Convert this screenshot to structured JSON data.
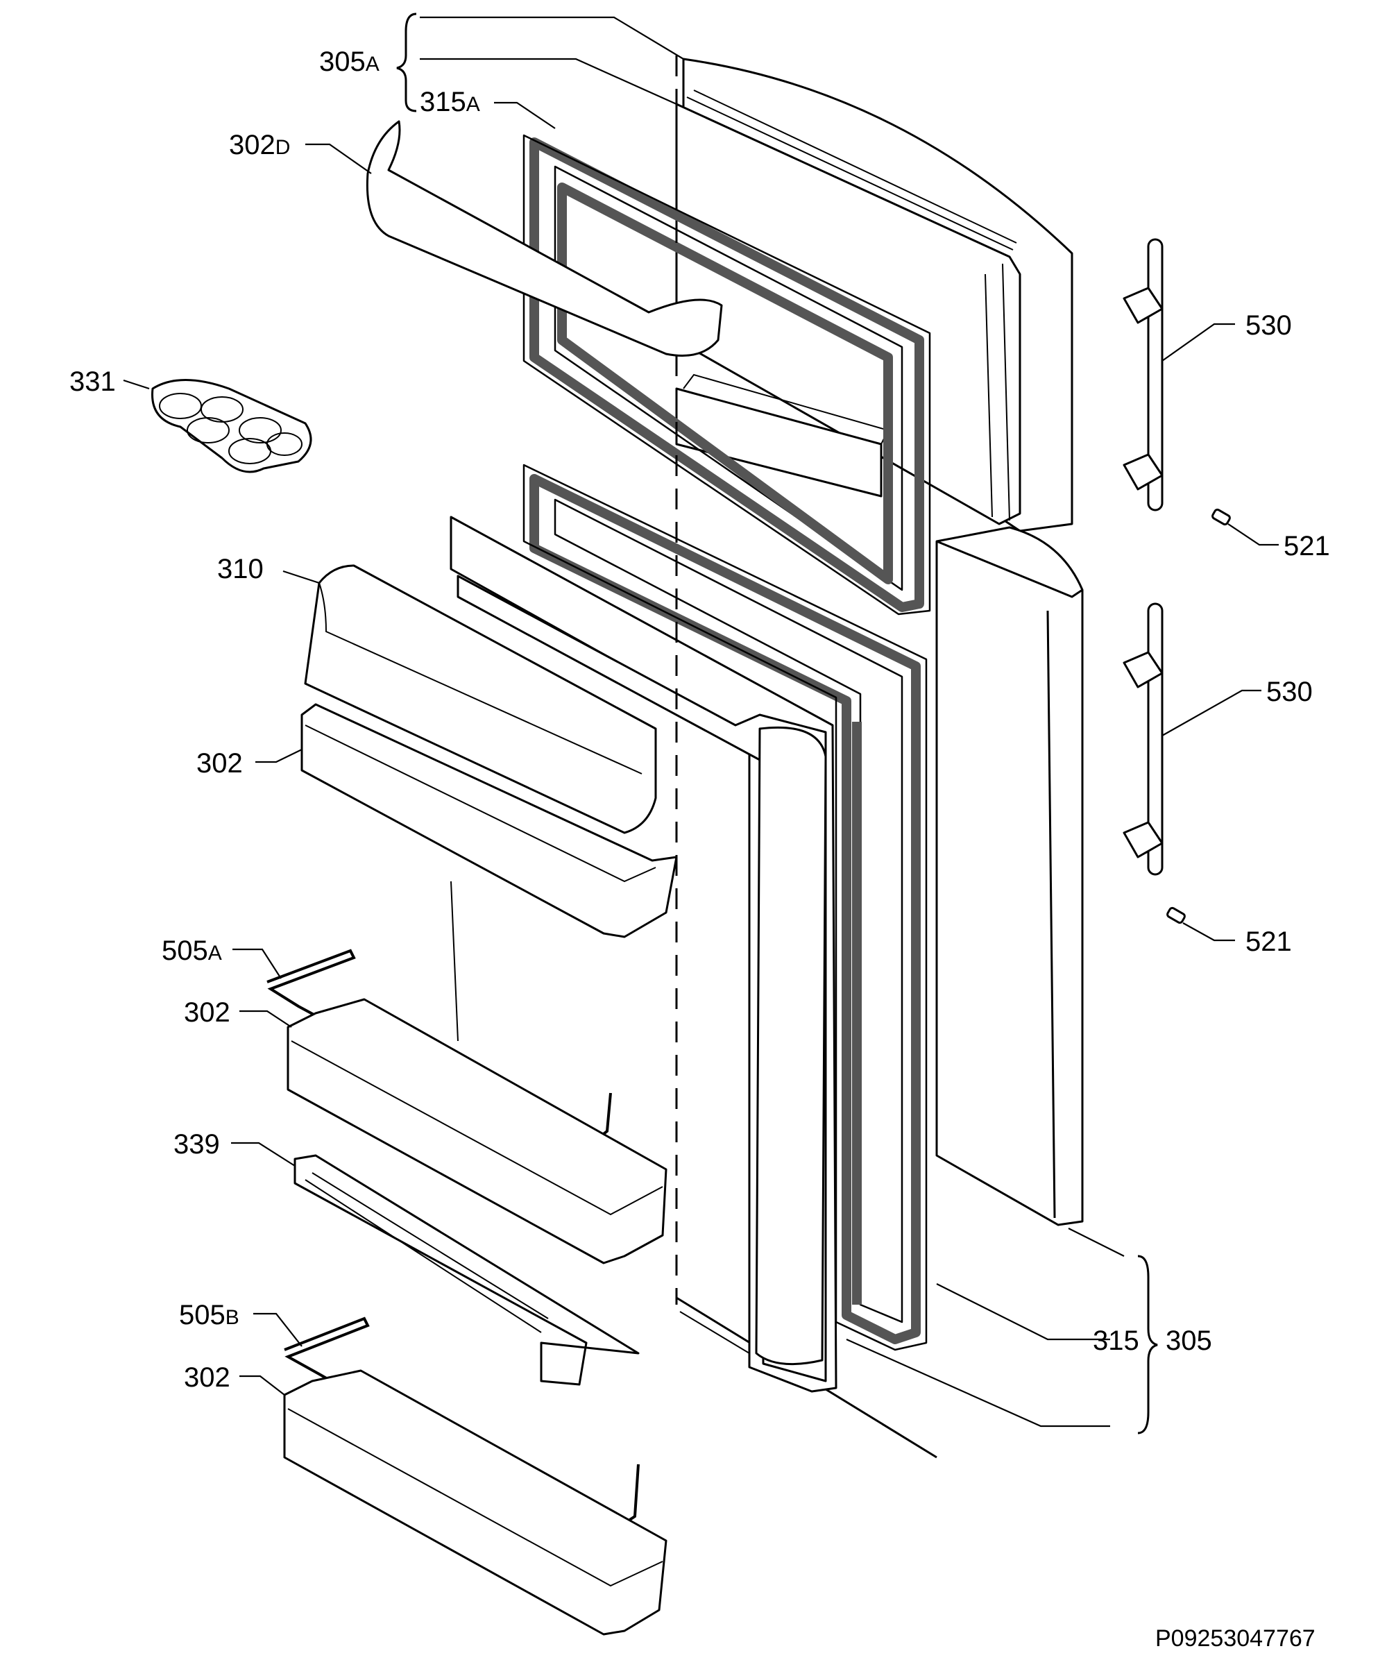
{
  "labels": {
    "l305a": {
      "num": "305",
      "suf": "A"
    },
    "l315a": {
      "num": "315",
      "suf": "A"
    },
    "l302d": {
      "num": "302",
      "suf": "D"
    },
    "l331": {
      "num": "331"
    },
    "l310": {
      "num": "310"
    },
    "l302a": {
      "num": "302"
    },
    "l505a": {
      "num": "505",
      "suf": "A"
    },
    "l302b": {
      "num": "302"
    },
    "l339": {
      "num": "339"
    },
    "l505b": {
      "num": "505",
      "suf": "B"
    },
    "l302c": {
      "num": "302"
    },
    "l530a": {
      "num": "530"
    },
    "l521a": {
      "num": "521"
    },
    "l530b": {
      "num": "530"
    },
    "l521b": {
      "num": "521"
    },
    "l315": {
      "num": "315"
    },
    "l305": {
      "num": "305"
    }
  },
  "reference_code": "P09253047767"
}
